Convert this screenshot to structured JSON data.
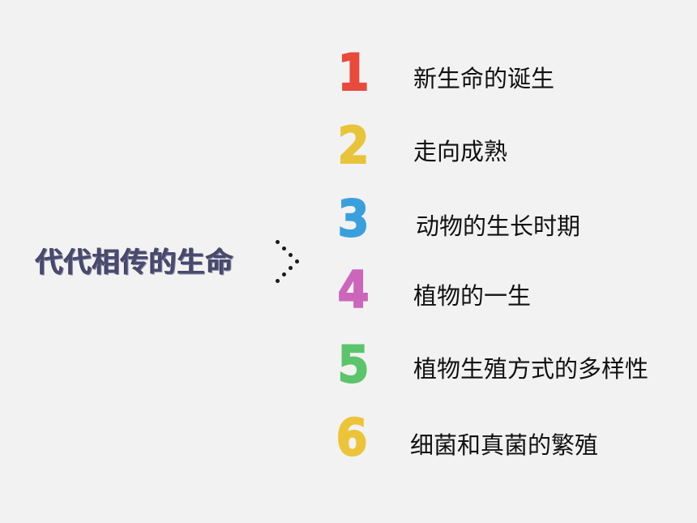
{
  "title": "代代相传的生命",
  "items": [
    {
      "number": "1",
      "label": "新生命的诞生",
      "color": "#e84a3c"
    },
    {
      "number": "2",
      "label": "走向成熟",
      "color": "#e8c43a"
    },
    {
      "number": "3",
      "label": "动物的生长时期",
      "color": "#3aa0dc"
    },
    {
      "number": "4",
      "label": "植物的一生",
      "color": "#cc66bb"
    },
    {
      "number": "5",
      "label": "植物生殖方式的多样性",
      "color": "#5cc46a"
    },
    {
      "number": "6",
      "label": "细菌和真菌的繁殖",
      "color": "#ecc43a"
    }
  ]
}
